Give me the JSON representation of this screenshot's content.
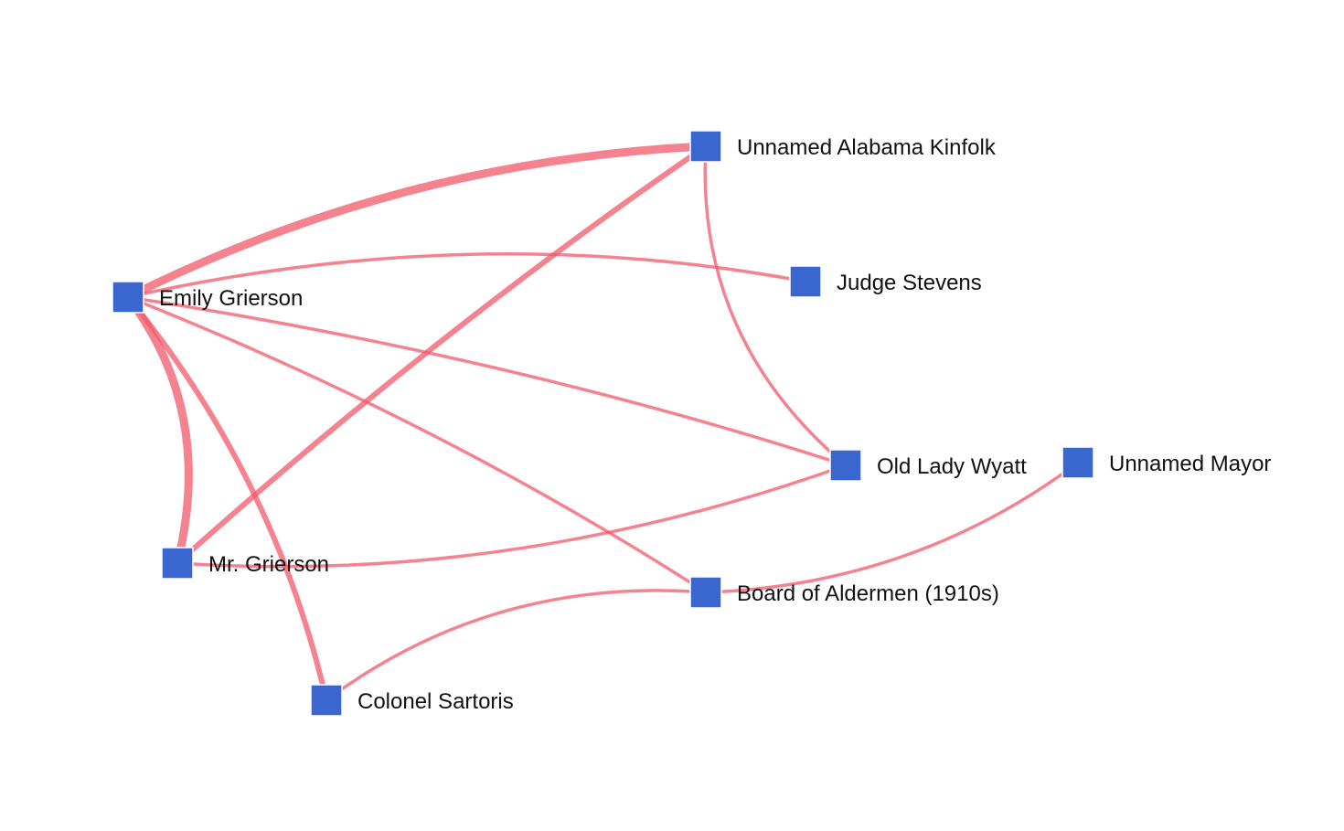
{
  "graph": {
    "node_color": "#3a66d0",
    "edge_color": "#f15a6a",
    "nodes": [
      {
        "id": "emily",
        "label": "Emily Grierson"
      },
      {
        "id": "kinfolk",
        "label": "Unnamed Alabama Kinfolk"
      },
      {
        "id": "stevens",
        "label": "Judge Stevens"
      },
      {
        "id": "wyatt",
        "label": "Old Lady Wyatt"
      },
      {
        "id": "mayor",
        "label": "Unnamed Mayor"
      },
      {
        "id": "mrgrierson",
        "label": "Mr. Grierson"
      },
      {
        "id": "aldermen",
        "label": "Board of Aldermen (1910s)"
      },
      {
        "id": "sartoris",
        "label": "Colonel Sartoris"
      }
    ],
    "edges": [
      {
        "source": "emily",
        "target": "kinfolk",
        "weight": 3
      },
      {
        "source": "emily",
        "target": "stevens",
        "weight": 1
      },
      {
        "source": "emily",
        "target": "wyatt",
        "weight": 1
      },
      {
        "source": "emily",
        "target": "aldermen",
        "weight": 1
      },
      {
        "source": "emily",
        "target": "mrgrierson",
        "weight": 3
      },
      {
        "source": "emily",
        "target": "sartoris",
        "weight": 2
      },
      {
        "source": "kinfolk",
        "target": "mrgrierson",
        "weight": 2
      },
      {
        "source": "kinfolk",
        "target": "wyatt",
        "weight": 1
      },
      {
        "source": "wyatt",
        "target": "mrgrierson",
        "weight": 1
      },
      {
        "source": "aldermen",
        "target": "sartoris",
        "weight": 1
      },
      {
        "source": "aldermen",
        "target": "mayor",
        "weight": 1
      }
    ]
  }
}
